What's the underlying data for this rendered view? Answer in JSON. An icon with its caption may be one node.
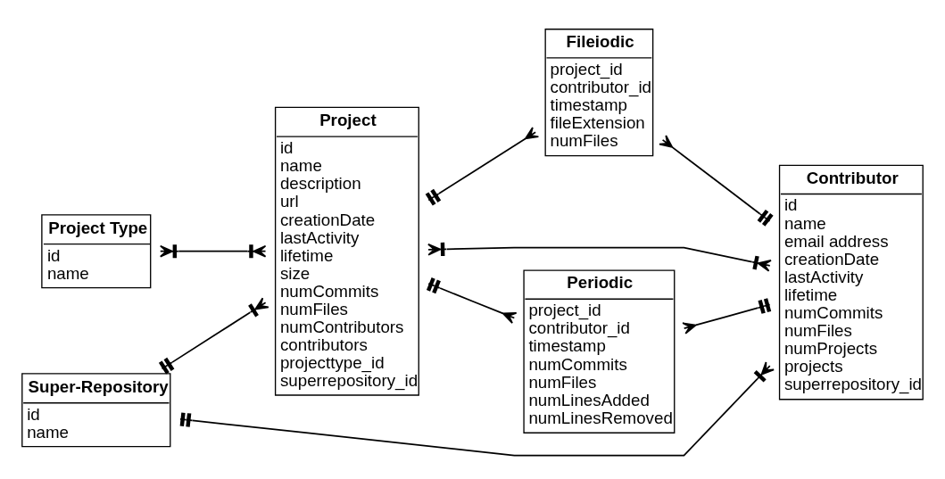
{
  "diagram": {
    "nodes": [
      {
        "text": [
          "Project",
          "id",
          "name",
          "description",
          "url",
          "creationDate",
          "lastActivity",
          "lifetime",
          "size",
          "numCommits",
          "numFiles",
          "numContributors",
          "contributors",
          "projecttype_id",
          "superrepository_id"
        ]
      },
      {
        "text": [
          "Fileiodic",
          "project_id",
          "contributor_id",
          "timestamp",
          "fileExtension",
          "numFiles"
        ]
      },
      {
        "text": [
          "Contributor",
          "id",
          "name",
          "email address",
          "creationDate",
          "lastActivity",
          "lifetime",
          "numCommits",
          "numFiles",
          "numProjects",
          "projects",
          "superrepository_id"
        ]
      },
      {
        "text": [
          "Super-Repository",
          "id",
          "name"
        ]
      },
      {
        "text": [
          "Project Type",
          "id",
          "name"
        ]
      },
      {
        "text": [
          "Periodic",
          "project_id",
          "contributor_id",
          "timestamp",
          "numCommits",
          "numFiles",
          "numLinesAdded",
          "numLinesRemoved"
        ]
      }
    ],
    "edges": [
      {
        "from": 3,
        "to": 2,
        "arrow": "other"
      },
      {
        "from": 3,
        "to": 0,
        "arrow": "other"
      },
      {
        "from": 4,
        "to": 0,
        "arrow": "other"
      },
      {
        "from": 0,
        "to": 1,
        "arrow": "other"
      },
      {
        "from": 1,
        "to": 2,
        "arrow": "other"
      },
      {
        "from": 0,
        "to": 2,
        "arrow": "other"
      },
      {
        "from": 0,
        "to": 5,
        "arrow": "other"
      },
      {
        "from": 5,
        "to": 2,
        "arrow": "other"
      }
    ]
  }
}
